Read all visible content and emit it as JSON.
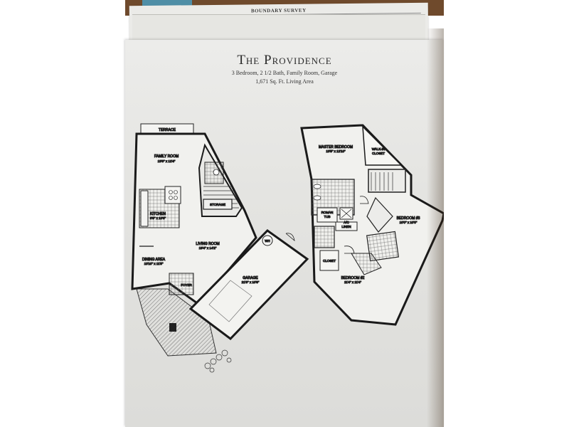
{
  "survey_sheet": {
    "title": "BOUNDARY SURVEY"
  },
  "floorplan": {
    "name": "The Providence",
    "features": "3 Bedroom, 2 1/2 Bath, Family Room, Garage",
    "area": "1,671 Sq. Ft. Living Area"
  },
  "first_floor": {
    "terrace": "TERRACE",
    "family_room": {
      "label": "FAMILY ROOM",
      "size": "13'8\" x 12'4\""
    },
    "kitchen": {
      "label": "KITCHEN",
      "size": "8'9\" x 10'8\""
    },
    "storage": "STORAGE",
    "living_room": {
      "label": "LIVING ROOM",
      "size": "19'4\" x 14'2\""
    },
    "dining_area": {
      "label": "DINING AREA",
      "size": "10'10\" x 11'5\""
    },
    "foyer": "FOYER",
    "garage": {
      "label": "GARAGE",
      "size": "21'8\" x 10'8\""
    },
    "water_heater": "WH"
  },
  "second_floor": {
    "master_bedroom": {
      "label": "MASTER BEDROOM",
      "size": "13'5\" x 12'10\""
    },
    "walk_in_closet": [
      "WALK-IN",
      "CLOSET"
    ],
    "roman_tub": [
      "ROMAN",
      "TUB"
    ],
    "ac": "A/C",
    "linen": "LINEN",
    "closet": "CLOSET",
    "bedroom3": {
      "label": "BEDROOM #3",
      "size": "10'0\" x 10'0\""
    },
    "bedroom2": {
      "label": "BEDROOM #2",
      "size": "11'4\" x 11'4\""
    }
  }
}
